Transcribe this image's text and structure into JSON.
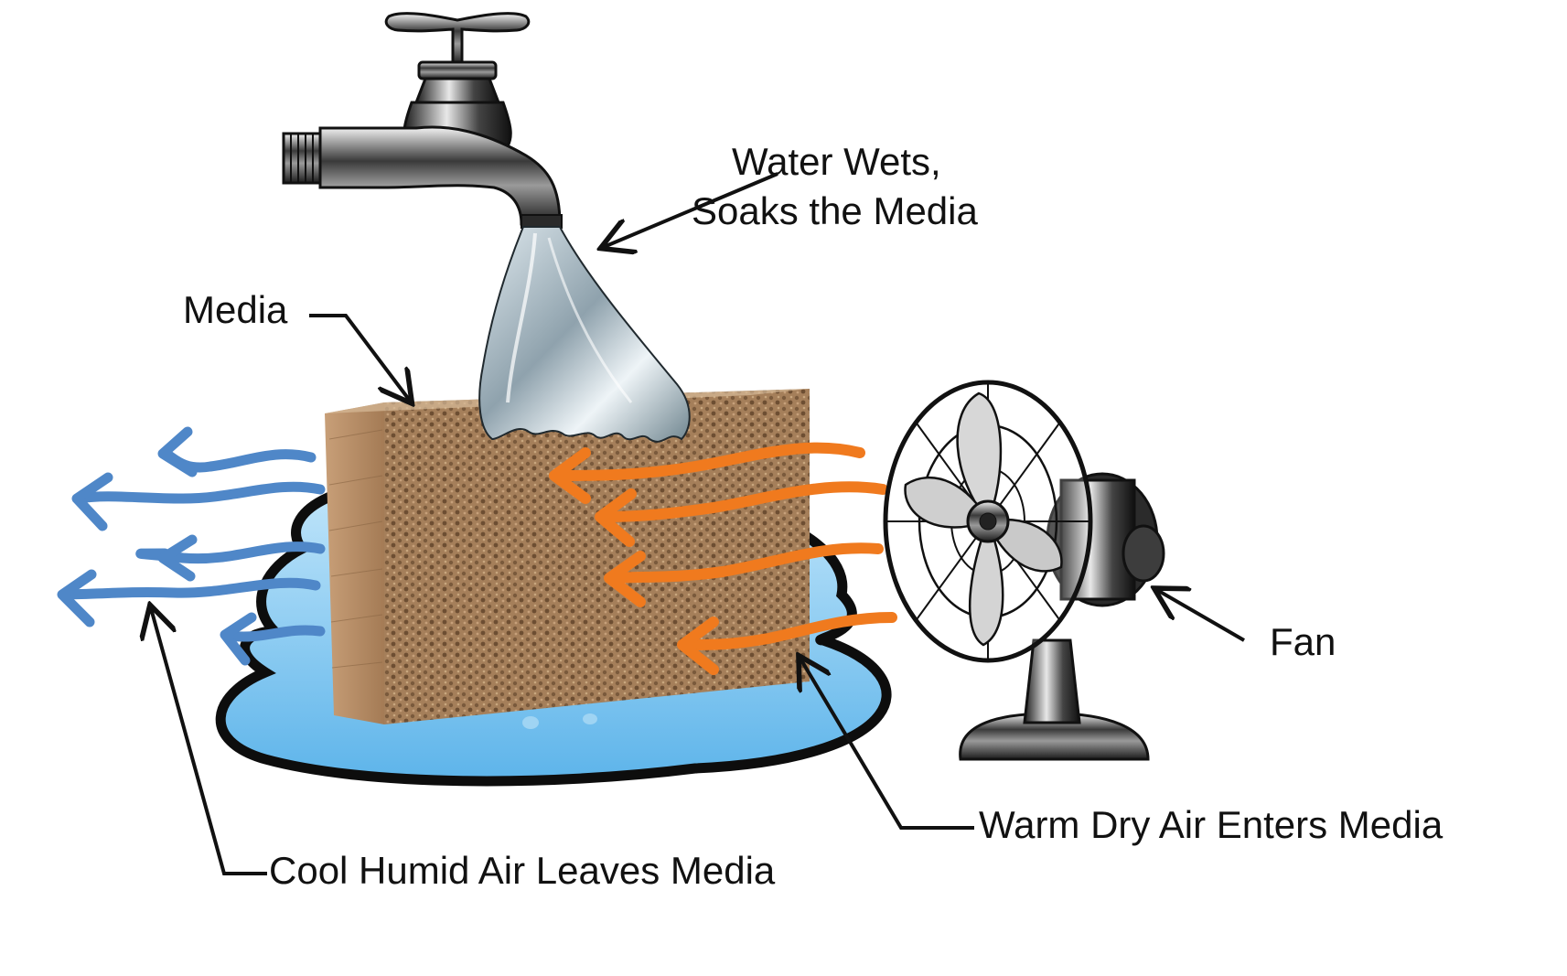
{
  "labels": {
    "water_line1": "Water Wets,",
    "water_line2": "Soaks the Media",
    "media": "Media",
    "fan": "Fan",
    "warm_air": "Warm Dry Air Enters Media",
    "cool_air": "Cool Humid Air Leaves Media"
  },
  "icons": [
    "faucet-icon",
    "water-stream-icon",
    "media-pad-icon",
    "water-puddle-icon",
    "fan-icon"
  ],
  "colors": {
    "warm_air_arrow": "#f07a1e",
    "cool_air_arrow": "#4f87c8",
    "puddle_fill": "#7cc3ef",
    "puddle_outline": "#111111",
    "media": "#b38a63",
    "leader_line": "#111111"
  }
}
